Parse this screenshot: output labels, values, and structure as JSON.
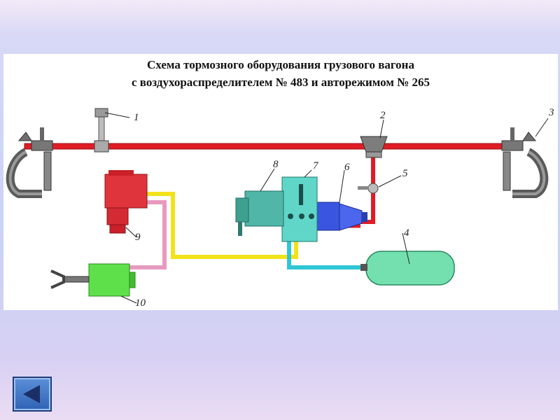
{
  "title": {
    "line1": "Схема тормозного оборудования грузового вагона",
    "line2": "с воздухораспределителем  № 483  и авторежимом  № 265"
  },
  "labels": [
    "1",
    "2",
    "3",
    "4",
    "5",
    "6",
    "7",
    "8",
    "9",
    "10"
  ],
  "colors": {
    "brake_line": "#e01c24",
    "yellow_pipe": "#f2e21a",
    "cyan_pipe": "#2fc6d6",
    "pink_pipe": "#e79ac0",
    "reservoir": "#74e0b0",
    "cylinder": "#5ee04a",
    "distributor": "#5fd6c8",
    "autoregime": "#3a56e0",
    "valve_red": "#e0343c"
  },
  "nav": {
    "back_icon": "back-arrow-icon"
  }
}
